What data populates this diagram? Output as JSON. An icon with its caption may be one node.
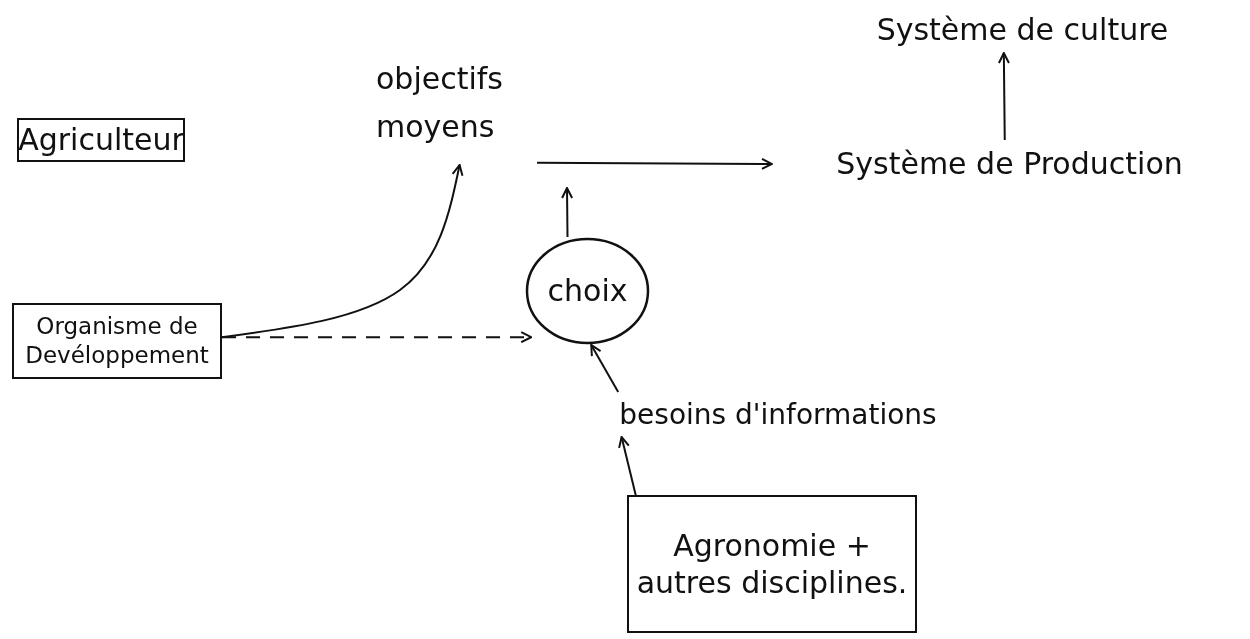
{
  "diagram": {
    "nodes": [
      {
        "text": [
          "Agriculteur"
        ]
      },
      {
        "text": [
          "objectifs moyens"
        ]
      },
      {
        "text": [
          "Système de Production"
        ]
      },
      {
        "text": [
          "Système de culture"
        ]
      },
      {
        "text": [
          "choix"
        ]
      },
      {
        "text": [
          "Organisme de Devéloppement"
        ]
      },
      {
        "text": [
          "besoins d'informations"
        ]
      },
      {
        "text": [
          "Agronomie + autres disciplines."
        ]
      }
    ],
    "edges": [
      {
        "from": 1,
        "to": 2,
        "arrow": "to"
      },
      {
        "from": 2,
        "to": 3,
        "arrow": "to"
      },
      {
        "from": 4,
        "to": null,
        "arrow": "to"
      },
      {
        "from": 5,
        "to": 1,
        "arrow": "to"
      },
      {
        "from": 5,
        "to": 4,
        "arrow": "to",
        "style": "dashed"
      },
      {
        "from": 6,
        "to": 4,
        "arrow": "to"
      },
      {
        "from": 7,
        "to": 6,
        "arrow": "to"
      }
    ]
  }
}
